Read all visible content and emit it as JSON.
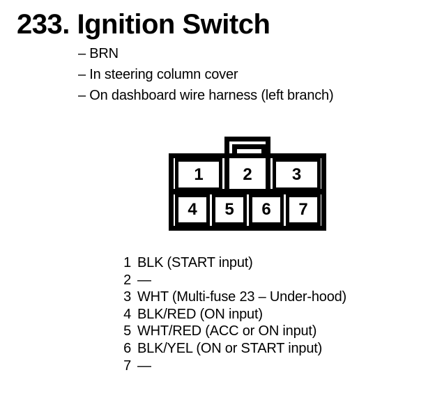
{
  "title": "233. Ignition Switch",
  "notes": {
    "items": [
      "– BRN",
      "– In steering column cover",
      "– On dashboard wire harness (left branch)"
    ]
  },
  "connector": {
    "top_row": [
      "1",
      "2",
      "3"
    ],
    "bottom_row": [
      "4",
      "5",
      "6",
      "7"
    ]
  },
  "pinout": [
    {
      "pin": "1",
      "desc": "BLK (START input)"
    },
    {
      "pin": "2",
      "desc": "—"
    },
    {
      "pin": "3",
      "desc": "WHT (Multi-fuse 23 – Under-hood)"
    },
    {
      "pin": "4",
      "desc": "BLK/RED (ON input)"
    },
    {
      "pin": "5",
      "desc": "WHT/RED (ACC or ON input)"
    },
    {
      "pin": "6",
      "desc": "BLK/YEL (ON or START input)"
    },
    {
      "pin": "7",
      "desc": "—"
    }
  ],
  "colors": {
    "ink": "#000000",
    "paper": "#ffffff"
  }
}
